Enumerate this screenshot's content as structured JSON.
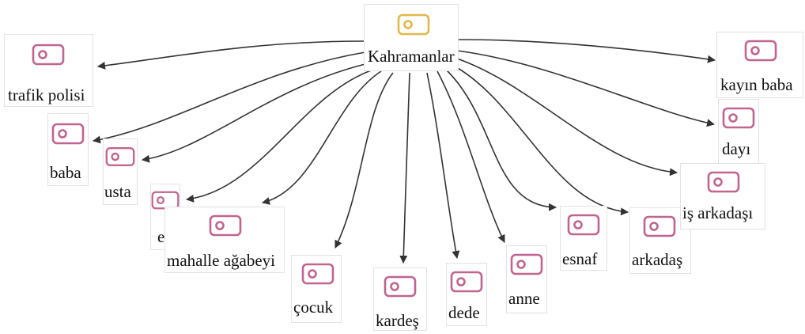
{
  "colors": {
    "root_icon": "#e0b84a",
    "child_icon": "#c0658f",
    "edge": "#333333",
    "text": "#111111",
    "node_border": "#e2e2e2"
  },
  "root": {
    "label": "Kahramanlar",
    "icon": "tag-icon"
  },
  "children": [
    {
      "id": "trafik-polisi",
      "label": "trafik polisi",
      "icon": "tag-icon"
    },
    {
      "id": "baba",
      "label": "baba",
      "icon": "tag-icon"
    },
    {
      "id": "usta",
      "label": "usta",
      "icon": "tag-icon"
    },
    {
      "id": "es",
      "label": "eş",
      "icon": "tag-icon"
    },
    {
      "id": "mahalle-agabeyi",
      "label": "mahalle ağabeyi",
      "icon": "tag-icon"
    },
    {
      "id": "cocuk",
      "label": "çocuk",
      "icon": "tag-icon"
    },
    {
      "id": "kardes",
      "label": "kardeş",
      "icon": "tag-icon"
    },
    {
      "id": "dede",
      "label": "dede",
      "icon": "tag-icon"
    },
    {
      "id": "anne",
      "label": "anne",
      "icon": "tag-icon"
    },
    {
      "id": "esnaf",
      "label": "esnaf",
      "icon": "tag-icon"
    },
    {
      "id": "arkadas",
      "label": "arkadaş",
      "icon": "tag-icon"
    },
    {
      "id": "is-arkadasi",
      "label": "iş arkadaşı",
      "icon": "tag-icon"
    },
    {
      "id": "dayi",
      "label": "dayı",
      "icon": "tag-icon"
    },
    {
      "id": "kayin-baba",
      "label": "kayın baba",
      "icon": "tag-icon"
    }
  ]
}
